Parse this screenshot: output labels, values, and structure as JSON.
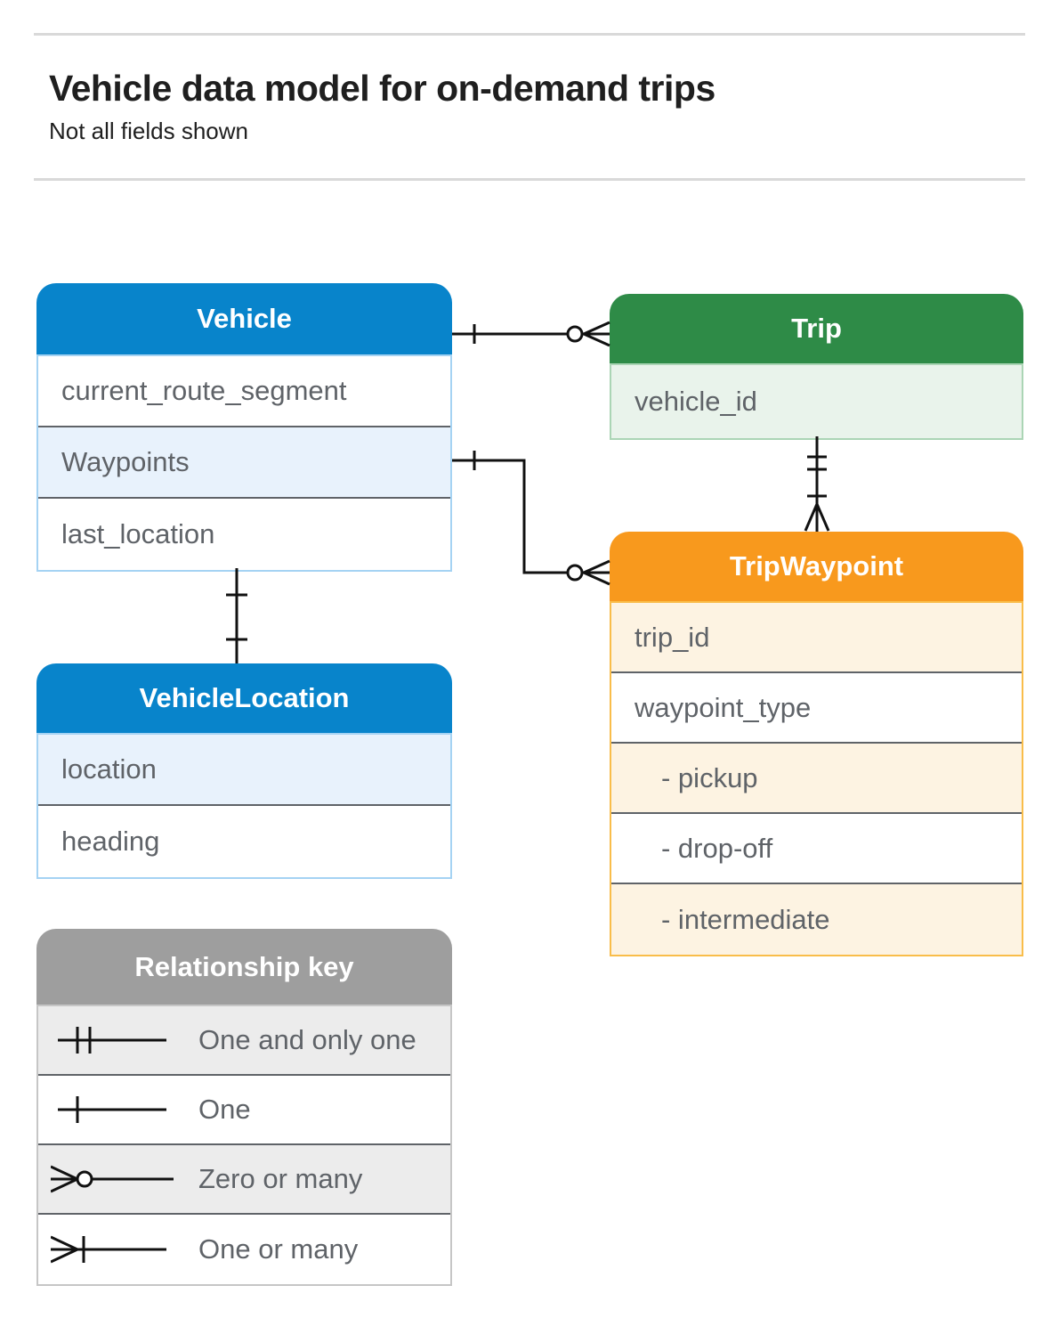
{
  "page": {
    "title": "Vehicle data model for on-demand trips",
    "subtitle": "Not all fields shown"
  },
  "tables": {
    "vehicle": {
      "title": "Vehicle",
      "rows": [
        {
          "label": "current_route_segment"
        },
        {
          "label": "Waypoints"
        },
        {
          "label": "last_location"
        }
      ]
    },
    "trip": {
      "title": "Trip",
      "rows": [
        {
          "label": "vehicle_id"
        }
      ]
    },
    "trip_waypoint": {
      "title": "TripWaypoint",
      "rows": [
        {
          "label": "trip_id"
        },
        {
          "label": "waypoint_type"
        },
        {
          "label": "- pickup"
        },
        {
          "label": "- drop-off"
        },
        {
          "label": "- intermediate"
        }
      ]
    },
    "vehicle_location": {
      "title": "VehicleLocation",
      "rows": [
        {
          "label": "location"
        },
        {
          "label": "heading"
        }
      ]
    }
  },
  "legend": {
    "title": "Relationship key",
    "items": [
      {
        "symbol": "one-and-only-one",
        "label": "One and only one"
      },
      {
        "symbol": "one",
        "label": "One"
      },
      {
        "symbol": "zero-or-many",
        "label": "Zero or many"
      },
      {
        "symbol": "one-or-many",
        "label": "One or many"
      }
    ]
  },
  "relationships": [
    {
      "from": "Vehicle",
      "to": "Trip",
      "from_end": "one",
      "to_end": "zero-or-many"
    },
    {
      "from": "Vehicle.Waypoints",
      "to": "TripWaypoint",
      "from_end": "one",
      "to_end": "zero-or-many"
    },
    {
      "from": "Trip",
      "to": "TripWaypoint",
      "from_end": "one-and-only-one",
      "to_end": "one-or-many"
    },
    {
      "from": "Vehicle",
      "to": "VehicleLocation",
      "from_end": "one",
      "to_end": "one"
    }
  ],
  "colors": {
    "blue": "#0884cb",
    "blue_tint": "#e8f2fc",
    "blue_border": "#a5d3f3",
    "green": "#2e8b47",
    "green_tint": "#e9f3eb",
    "green_border": "#abd5b5",
    "orange": "#f8991d",
    "orange_tint": "#fdf3e2",
    "orange_border": "#f9bd4a",
    "gray": "#9e9e9e",
    "gray_tint": "#ececec",
    "gray_border": "#c6c6c6",
    "header_text": "#ffffff",
    "row_text": "#5f6368",
    "title_text": "#1f1f1f",
    "line": "#111111",
    "divider": "#d9d9d9"
  }
}
